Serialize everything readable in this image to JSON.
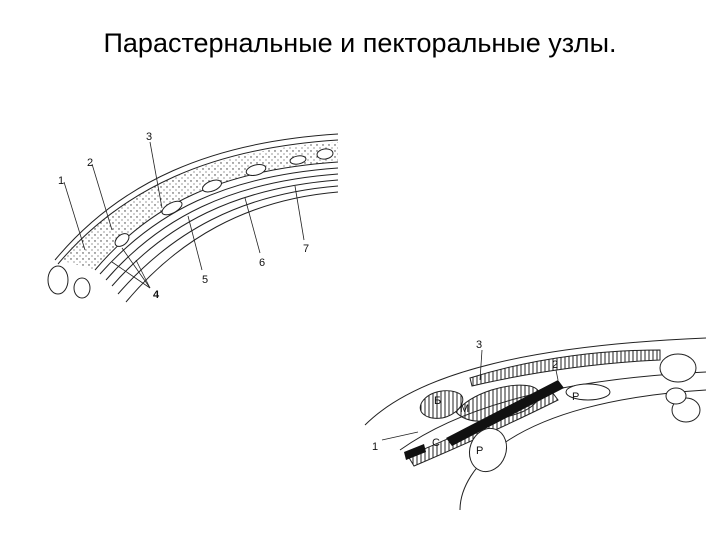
{
  "slide": {
    "title": "Парастернальные и пекторальные узлы."
  },
  "figure1": {
    "labels": [
      "1",
      "2",
      "3",
      "4",
      "5",
      "6",
      "7"
    ]
  },
  "figure2": {
    "labels": [
      "1",
      "2",
      "3",
      "Б",
      "М",
      "С",
      "Р",
      "Р"
    ]
  },
  "colors": {
    "ink": "#111111",
    "background": "#ffffff"
  }
}
